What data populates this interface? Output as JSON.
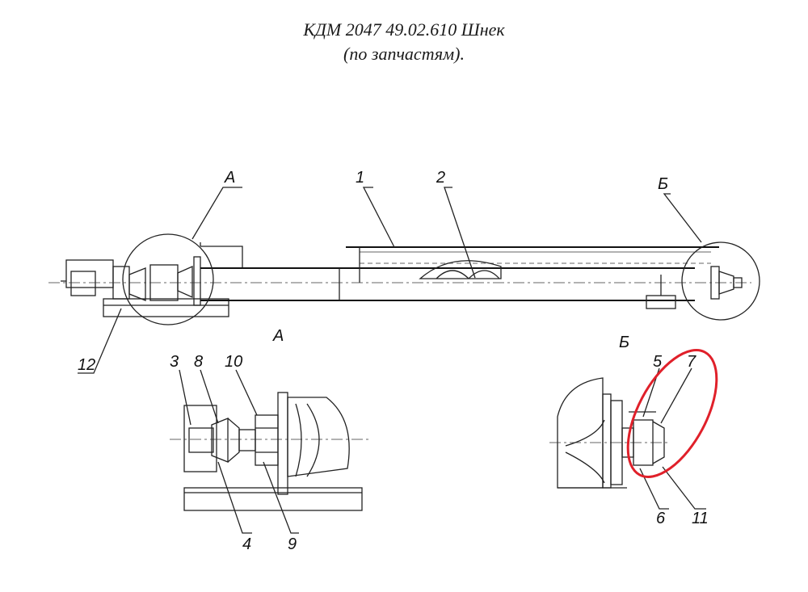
{
  "title": {
    "line1": "КДМ 2047 49.02.610 Шнек",
    "line2": "(по запчастям)."
  },
  "labels": {
    "view_a_callout": "А",
    "view_b_callout": "Б",
    "view_a_heading": "А",
    "view_b_heading": "Б",
    "part_1": "1",
    "part_2": "2",
    "part_3": "3",
    "part_4": "4",
    "part_5": "5",
    "part_6": "6",
    "part_7": "7",
    "part_8": "8",
    "part_9": "9",
    "part_10": "10",
    "part_11": "11",
    "part_12": "12"
  },
  "colors": {
    "line": "#222222",
    "highlight": "#e0202a"
  }
}
